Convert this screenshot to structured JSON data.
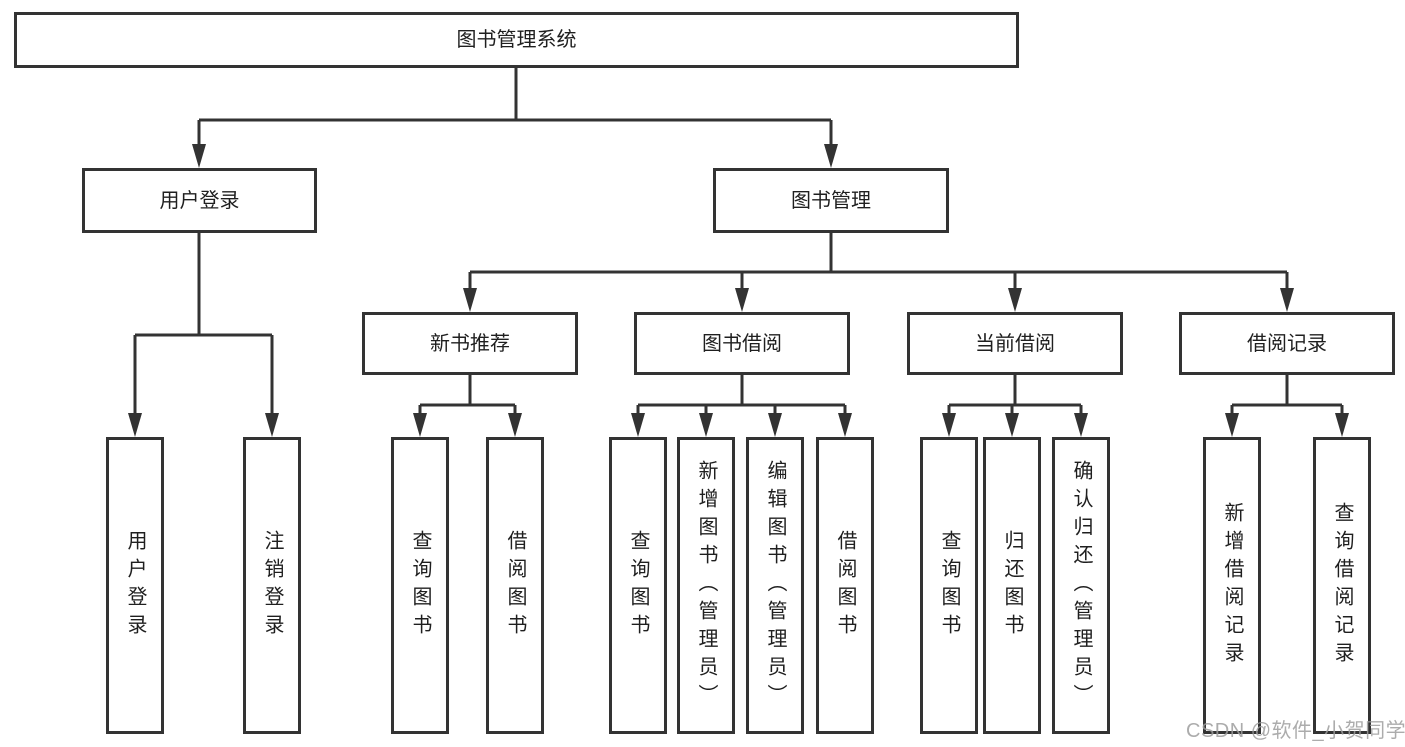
{
  "diagram": {
    "root": {
      "label": "图书管理系统"
    },
    "children": [
      {
        "label": "用户登录",
        "children": [
          "用户登录",
          "注销登录"
        ]
      },
      {
        "label": "图书管理",
        "children": [
          {
            "label": "新书推荐",
            "children": [
              "查询图书",
              "借阅图书"
            ]
          },
          {
            "label": "图书借阅",
            "children": [
              "查询图书",
              "新增图书（管理员）",
              "编辑图书（管理员）",
              "借阅图书"
            ]
          },
          {
            "label": "当前借阅",
            "children": [
              "查询图书",
              "归还图书",
              "确认归还（管理员）"
            ]
          },
          {
            "label": "借阅记录",
            "children": [
              "新增借阅记录",
              "查询借阅记录"
            ]
          }
        ]
      }
    ]
  },
  "watermark": "CSDN @软件_小贺同学",
  "colors": {
    "line": "#333333",
    "box_border": "#333333",
    "box_fill": "#ffffff",
    "text": "#1f1f1f",
    "watermark": "#9e9e9e"
  }
}
